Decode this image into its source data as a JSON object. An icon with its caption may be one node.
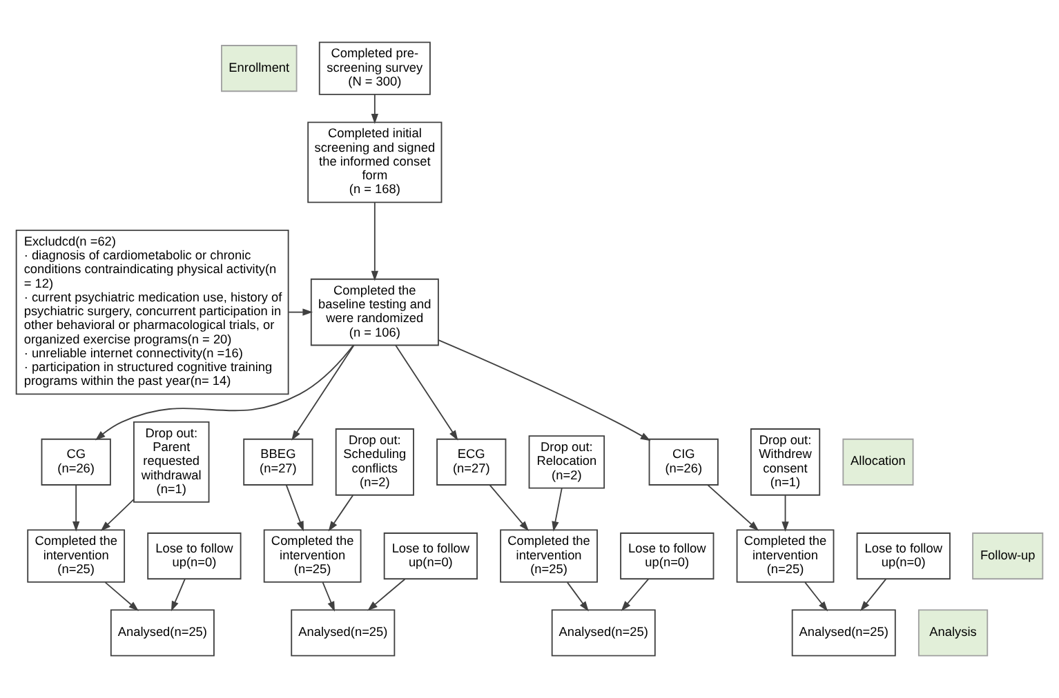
{
  "diagram": {
    "nodes": [
      {
        "text": [
          "Enrollment"
        ]
      },
      {
        "text": [
          "Completed pre-screening survey",
          "(N = 300)"
        ]
      },
      {
        "text": [
          "Completed initial screening and signed the informed conset form",
          "(n = 168)"
        ]
      },
      {
        "text": [
          "Completed the baseline testing and were randomized",
          "(n = 106)"
        ]
      },
      {
        "text": [
          "Excludcd(n =62)",
          "· diagnosis of cardiometabolic or chronic conditions contraindicating physical activity(n = 12)",
          "· current psychiatric medication use, history of psychiatric surgery, concurrent participation in other behavioral or pharmacological trials, or organized exercise programs(n = 20)",
          "· unreliable internet connectivity(n =16)",
          "· participation in structured cognitive training programs within the past year(n= 14)"
        ]
      },
      {
        "text": [
          "CG",
          "(n=26)"
        ]
      },
      {
        "text": [
          "BBEG",
          "(n=27)"
        ]
      },
      {
        "text": [
          "Allocation"
        ]
      },
      {
        "text": [
          "ECG",
          "(n=27)"
        ]
      },
      {
        "text": [
          "CIG",
          "(n=26)"
        ]
      },
      {
        "text": [
          "Drop out: Parent requested withdrawal",
          "(n=1)"
        ]
      },
      {
        "text": [
          "Drop out: Scheduling conflicts",
          "(n=2)"
        ]
      },
      {
        "text": [
          "Drop out: Relocation",
          "(n=2)"
        ]
      },
      {
        "text": [
          "Drop out: Withdrew consent",
          "(n=1)"
        ]
      },
      {
        "text": [
          "Completed the intervention",
          "(n=25)"
        ]
      },
      {
        "text": [
          "Completed the intervention",
          "(n=25)"
        ]
      },
      {
        "text": [
          "Completed the intervention",
          "(n=25)"
        ]
      },
      {
        "text": [
          "Completed the intervention",
          "(n=25)"
        ]
      },
      {
        "text": [
          "Lose to follow up(n=0)"
        ]
      },
      {
        "text": [
          "Lose to follow up(n=0)"
        ]
      },
      {
        "text": [
          "Follow-up"
        ]
      },
      {
        "text": [
          "Lose to follow up(n=0)"
        ]
      },
      {
        "text": [
          "Lose to follow up(n=0)"
        ]
      },
      {
        "text": [
          "Analysed(n=25)"
        ]
      },
      {
        "text": [
          "Analysed(n=25)"
        ]
      },
      {
        "text": [
          "Analysis"
        ]
      },
      {
        "text": [
          "Analysed(n=25)"
        ]
      },
      {
        "text": [
          "Analysed(n=25)"
        ]
      }
    ],
    "edges": [
      {
        "from": 1,
        "to": 2,
        "arrow": "to"
      },
      {
        "from": 2,
        "to": 3,
        "arrow": "to"
      },
      {
        "from": 4,
        "to": 3,
        "arrow": "to"
      },
      {
        "from": 3,
        "to": 5,
        "arrow": "to"
      },
      {
        "from": 3,
        "to": 6,
        "arrow": "to"
      },
      {
        "from": 3,
        "to": 8,
        "arrow": "to"
      },
      {
        "from": 3,
        "to": 9,
        "arrow": "to"
      },
      {
        "from": 5,
        "to": 14,
        "arrow": "to"
      },
      {
        "from": 10,
        "to": 14,
        "arrow": "to"
      },
      {
        "from": 6,
        "to": 15,
        "arrow": "to"
      },
      {
        "from": 11,
        "to": 15,
        "arrow": "to"
      },
      {
        "from": 8,
        "to": 16,
        "arrow": "to"
      },
      {
        "from": 12,
        "to": 16,
        "arrow": "to"
      },
      {
        "from": 9,
        "to": 17,
        "arrow": "to"
      },
      {
        "from": 13,
        "to": 17,
        "arrow": "to"
      },
      {
        "from": 14,
        "to": 23,
        "arrow": "to"
      },
      {
        "from": 18,
        "to": 23,
        "arrow": "to"
      },
      {
        "from": 15,
        "to": 24,
        "arrow": "to"
      },
      {
        "from": 19,
        "to": 24,
        "arrow": "to"
      },
      {
        "from": 16,
        "to": 26,
        "arrow": "to"
      },
      {
        "from": 21,
        "to": 26,
        "arrow": "to"
      },
      {
        "from": 17,
        "to": 27,
        "arrow": "to"
      },
      {
        "from": 22,
        "to": 27,
        "arrow": "to"
      }
    ]
  }
}
